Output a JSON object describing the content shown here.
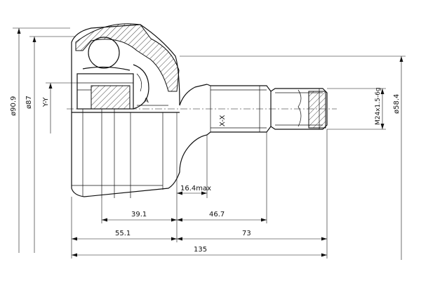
{
  "dimensions": {
    "d_outer": "ø90.9",
    "d_inner": "ø87",
    "d_spline": "ø58.4",
    "thread": "M24x1.5-6g",
    "len_total": "135",
    "len_bell": "55.1",
    "len_shaft": "73",
    "len_inner": "39.1",
    "len_stub": "46.7",
    "max_step": "16.4max"
  },
  "labels": {
    "axis_y": "Y-Y",
    "axis_x": "X-X",
    "section_a": "A"
  }
}
